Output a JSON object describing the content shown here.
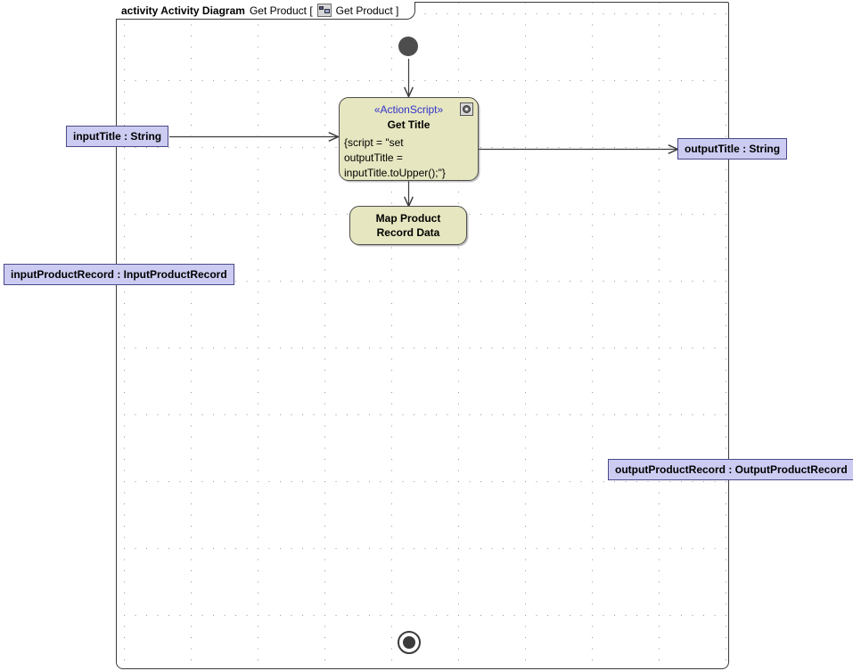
{
  "frame": {
    "keyword": "activity Activity Diagram",
    "name": "Get Product [",
    "icon": "activity-icon",
    "qualified_name": "Get Product ]"
  },
  "nodes": {
    "initial": {
      "name": "initial-node"
    },
    "final": {
      "name": "activity-final-node"
    },
    "get_title": {
      "stereotype": "«ActionScript»",
      "title": "Get Title",
      "body": "{script = \"set\noutputTitle =\ninputTitle.toUpper();\"}",
      "icon": "script-cog-icon"
    },
    "map_product": {
      "title": "Map Product\nRecord Data"
    }
  },
  "parameters": [
    {
      "id": "input-title",
      "label": "inputTitle : String",
      "direction": "in"
    },
    {
      "id": "input-product-record",
      "label": "inputProductRecord : InputProductRecord",
      "direction": "in"
    },
    {
      "id": "output-title",
      "label": "outputTitle : String",
      "direction": "out"
    },
    {
      "id": "output-product-record",
      "label": "outputProductRecord : OutputProductRecord",
      "direction": "out"
    }
  ],
  "colors": {
    "action_fill": "#e6e6c0",
    "action_border": "#4d4d4d",
    "pin_fill": "#ccccf2",
    "pin_border": "#4a4a8a",
    "stereotype_text": "#3333cc",
    "node_fill": "#4d4d4d",
    "connector": "#3b3b3b",
    "grid_dot": "#9a9a9a"
  }
}
